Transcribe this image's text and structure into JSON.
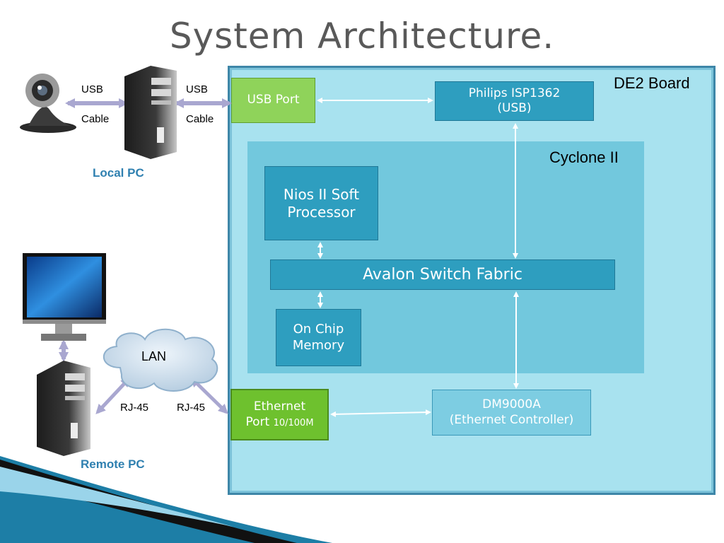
{
  "slide": {
    "title": "System Architecture."
  },
  "board": {
    "label": "DE2 Board",
    "fpga_label": "Cyclone II"
  },
  "blocks": {
    "usb_port": "USB Port",
    "philips_line1": "Philips ISP1362",
    "philips_line2": "(USB)",
    "nios_line1": "Nios II Soft",
    "nios_line2": "Processor",
    "avalon": "Avalon Switch Fabric",
    "onchip_line1": "On Chip",
    "onchip_line2": "Memory",
    "ethernet_line1": "Ethernet",
    "ethernet_line2": "Port",
    "ethernet_speed": "10/100M",
    "dm_line1": "DM9000A",
    "dm_line2": "(Ethernet Controller)"
  },
  "local_pc": {
    "label": "Local PC",
    "link1_top": "USB",
    "link1_bottom": "Cable",
    "link2_top": "USB",
    "link2_bottom": "Cable"
  },
  "remote_pc": {
    "label": "Remote PC",
    "lan": "LAN",
    "rj45_left": "RJ-45",
    "rj45_right": "RJ-45"
  },
  "colors": {
    "board_fill": "#a8e2ef",
    "fpga_fill": "#72c8dd",
    "block_blue": "#2e9ebf",
    "block_green": "#8fd35a",
    "label_blue": "#2f80b0"
  }
}
